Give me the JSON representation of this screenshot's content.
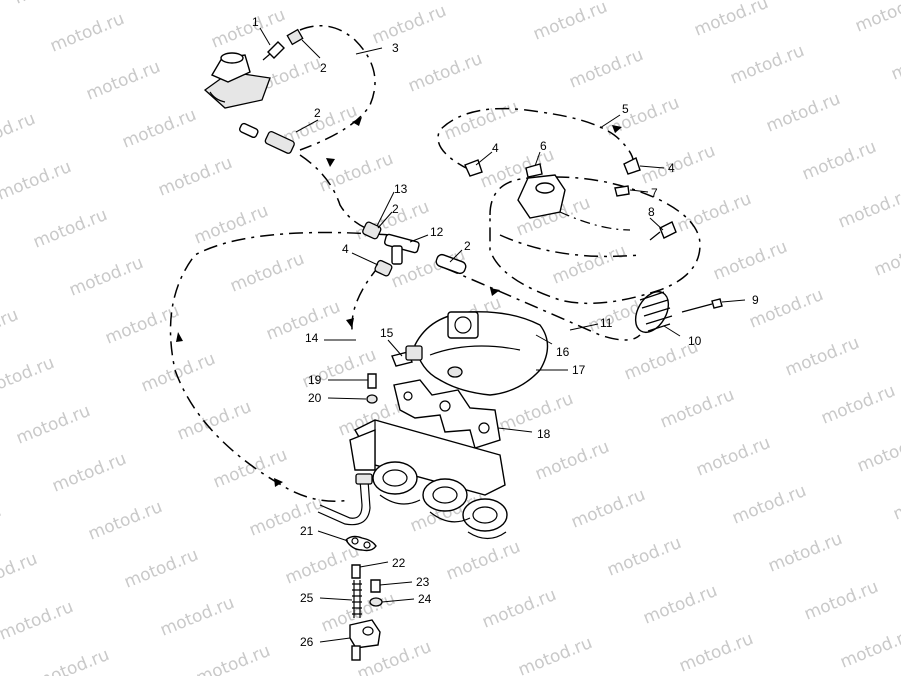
{
  "watermark": {
    "text": "motod.ru"
  },
  "callouts": [
    {
      "id": "c1",
      "label": "1"
    },
    {
      "id": "c2a",
      "label": "2"
    },
    {
      "id": "c3",
      "label": "3"
    },
    {
      "id": "c2b",
      "label": "2"
    },
    {
      "id": "c5",
      "label": "5"
    },
    {
      "id": "c4a",
      "label": "4"
    },
    {
      "id": "c6",
      "label": "6"
    },
    {
      "id": "c4b",
      "label": "4"
    },
    {
      "id": "c7",
      "label": "7"
    },
    {
      "id": "c8",
      "label": "8"
    },
    {
      "id": "c13",
      "label": "13"
    },
    {
      "id": "c2c",
      "label": "2"
    },
    {
      "id": "c12",
      "label": "12"
    },
    {
      "id": "c4c",
      "label": "4"
    },
    {
      "id": "c2d",
      "label": "2"
    },
    {
      "id": "c9",
      "label": "9"
    },
    {
      "id": "c11",
      "label": "11"
    },
    {
      "id": "c10",
      "label": "10"
    },
    {
      "id": "c14",
      "label": "14"
    },
    {
      "id": "c15",
      "label": "15"
    },
    {
      "id": "c16",
      "label": "16"
    },
    {
      "id": "c17",
      "label": "17"
    },
    {
      "id": "c19",
      "label": "19"
    },
    {
      "id": "c20",
      "label": "20"
    },
    {
      "id": "c18",
      "label": "18"
    },
    {
      "id": "c21",
      "label": "21"
    },
    {
      "id": "c22",
      "label": "22"
    },
    {
      "id": "c23",
      "label": "23"
    },
    {
      "id": "c24",
      "label": "24"
    },
    {
      "id": "c25",
      "label": "25"
    },
    {
      "id": "c26",
      "label": "26"
    }
  ]
}
